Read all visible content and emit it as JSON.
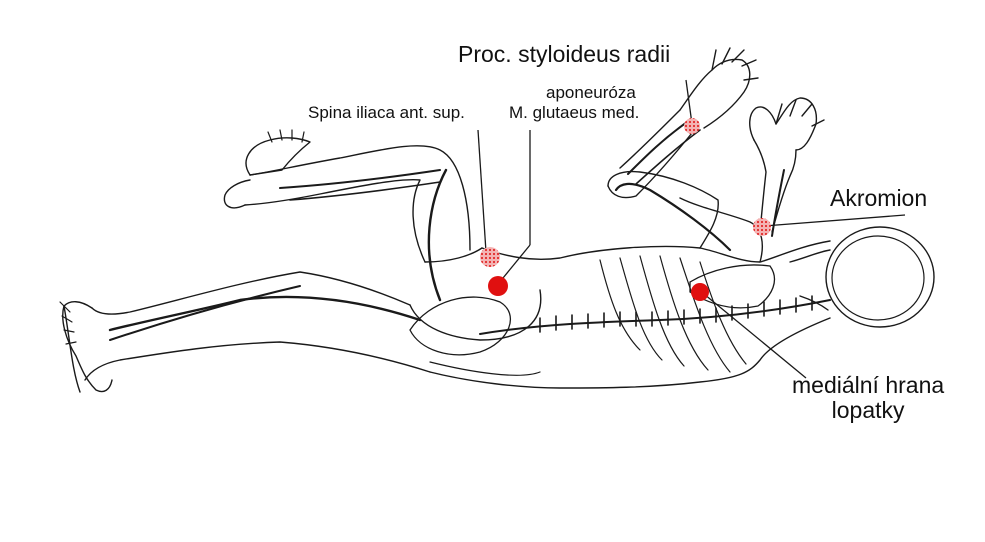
{
  "labels": {
    "proc_styloideus": "Proc. styloideus radii",
    "aponeuroza": "aponeuróza",
    "spina_iliaca": "Spina iliaca ant. sup.",
    "glutaeus_med": "M. glutaeus med.",
    "akromion": "Akromion",
    "medialni_hrana_1": "mediální hrana",
    "medialni_hrana_2": "lopatky"
  },
  "colors": {
    "outline": "#1a1a1a",
    "marker": "#e01010",
    "background": "#ffffff"
  }
}
